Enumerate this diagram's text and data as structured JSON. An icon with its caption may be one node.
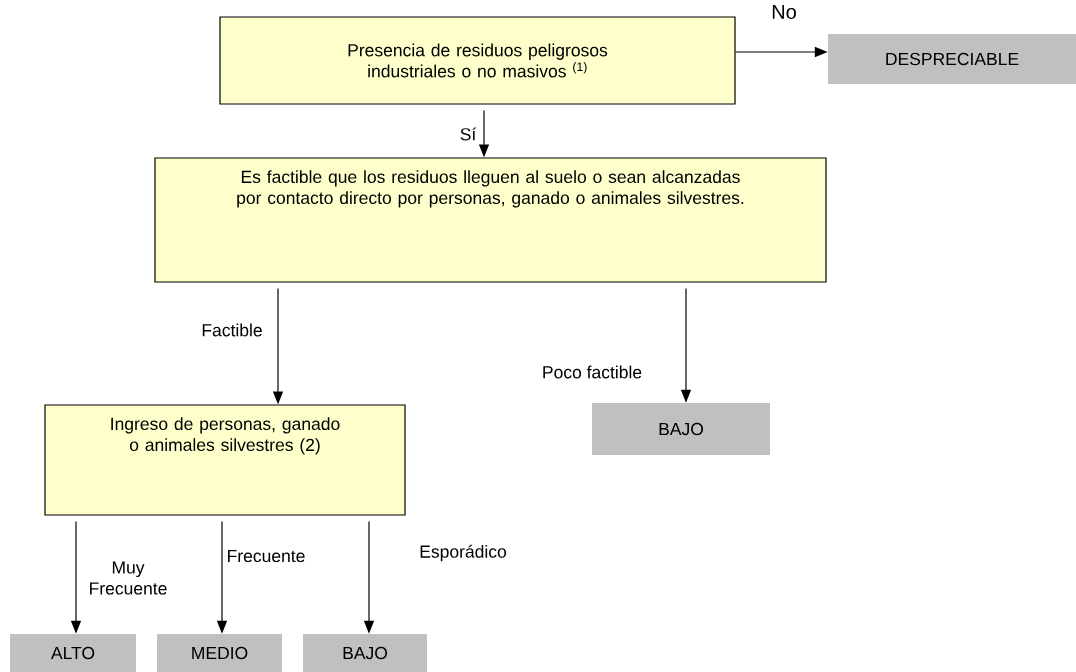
{
  "diagram": {
    "nodes": [
      {
        "text": [
          "Presencia de residuos peligrosos industriales o no masivos $^{(1)}$"
        ]
      },
      {
        "text": [
          "DESPRECIABLE"
        ]
      },
      {
        "text": [
          "Es factible que los residuos lleguen al suelo o sean alcanzadas por contacto directo por personas, ganado o animales silvestres."
        ]
      },
      {
        "text": [
          "Ingreso de personas, ganado o animales silvestres (2)"
        ]
      },
      {
        "text": [
          "BAJO"
        ]
      },
      {
        "text": [
          "ALTO"
        ]
      },
      {
        "text": [
          "MEDIO"
        ]
      },
      {
        "text": [
          "BAJO"
        ]
      }
    ],
    "edges": [
      {
        "from": 0,
        "to": 1,
        "arrow": "to",
        "label": "No"
      },
      {
        "from": 0,
        "to": 2,
        "arrow": "to",
        "label": "Sí"
      },
      {
        "from": 2,
        "to": 3,
        "arrow": "to",
        "label": "Factible"
      },
      {
        "from": 2,
        "to": 4,
        "arrow": "to",
        "label": "Poco factible"
      },
      {
        "from": 3,
        "to": 5,
        "arrow": "to",
        "label": "Muy Frecuente"
      },
      {
        "from": 3,
        "to": 6,
        "arrow": "to",
        "label": "Frecuente"
      },
      {
        "from": 3,
        "to": 7,
        "arrow": "to",
        "label": "Esporádico"
      }
    ]
  }
}
